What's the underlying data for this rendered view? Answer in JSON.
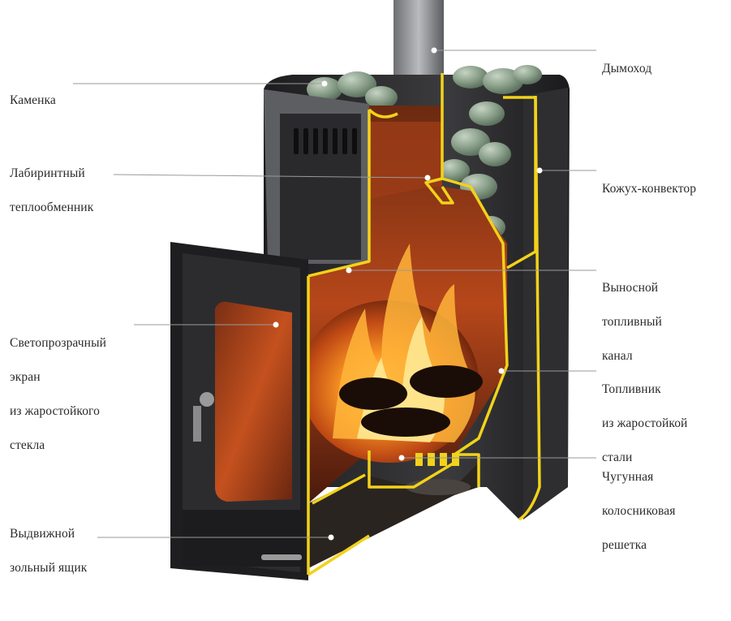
{
  "labels": {
    "kamenka": "Каменка",
    "labyrinth": [
      "Лабиринтный",
      "теплообменник"
    ],
    "glass": [
      "Светопрозрачный",
      "экран",
      "из жаростойкого",
      "стекла"
    ],
    "ash_box": [
      "Выдвижной",
      "зольный ящик"
    ],
    "chimney": "Дымоход",
    "casing": "Кожух-конвектор",
    "fuel_channel": [
      "Выносной",
      "топливный",
      "канал"
    ],
    "firebox": [
      "Топливник",
      "из жаростойкой",
      "стали"
    ],
    "grate": [
      "Чугунная",
      "колосниковая",
      "решетка"
    ]
  },
  "colors": {
    "highlight_outline": "#f2d21a",
    "leader_line": "#9a9a9a",
    "stove_body": "#2a2a2c",
    "fire": "#ff8a1a",
    "stones": "#8fa58f"
  }
}
